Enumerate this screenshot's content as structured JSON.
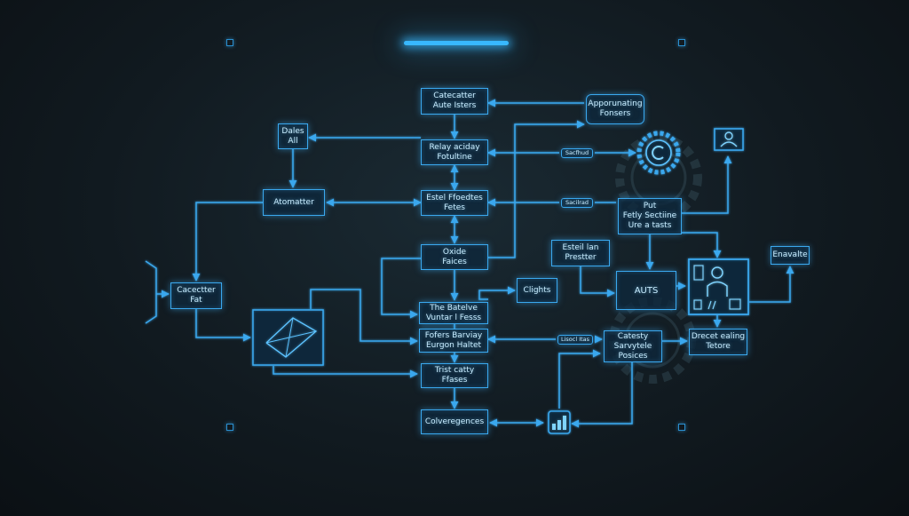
{
  "nodes": {
    "catalog": {
      "line1": "Catecatter",
      "line2": "Aute Isters"
    },
    "approximating": {
      "line1": "Apporunating",
      "line2": "Fonsers"
    },
    "dales": {
      "line1": "Dales",
      "line2": "All"
    },
    "relay": {
      "line1": "Relay aciday",
      "line2": "Fotultine"
    },
    "automatter": {
      "line1": "Atomatter"
    },
    "label_top": {
      "line1": "Sacfhud"
    },
    "estel": {
      "line1": "Estel Ffoedtes",
      "line2": "Fetes"
    },
    "label_mid": {
      "line1": "Sacilrad"
    },
    "put": {
      "line1": "Put",
      "line2": "Fetly Sectiine",
      "line3": "Ure a tasts"
    },
    "oxide": {
      "line1": "Oxide",
      "line2": "Faices"
    },
    "esteil": {
      "line1": "Esteil lan",
      "line2": "Prestter"
    },
    "enavalte": {
      "line1": "Enavalte"
    },
    "cacetter": {
      "line1": "Cacectter",
      "line2": "Fat"
    },
    "clights": {
      "line1": "Clights"
    },
    "auts": {
      "line1": "AUTS"
    },
    "batelve": {
      "line1": "The Batelve",
      "line2": "Vuntar l Fesss"
    },
    "fofers": {
      "line1": "Fofers Barviay",
      "line2": "Eurgon Haltet"
    },
    "label_low": {
      "line1": "Lisocl Itas"
    },
    "category": {
      "line1": "Catesty",
      "line2": "Sarvytele",
      "line3": "Posices"
    },
    "direct": {
      "line1": "Drecet ealing",
      "line2": "Tetore"
    },
    "trist": {
      "line1": "Trist catty",
      "line2": "Ffases"
    },
    "convergences": {
      "line1": "Colveregences"
    }
  },
  "icons": [
    "copyright-gear-icon",
    "user-profile-icon",
    "triangle-chart-icon",
    "document-profile-icon",
    "bar-chart-icon",
    "gear-icon"
  ],
  "colors": {
    "accent": "#3aa8ee",
    "glow": "#38b8ff",
    "background": "#111a20"
  }
}
